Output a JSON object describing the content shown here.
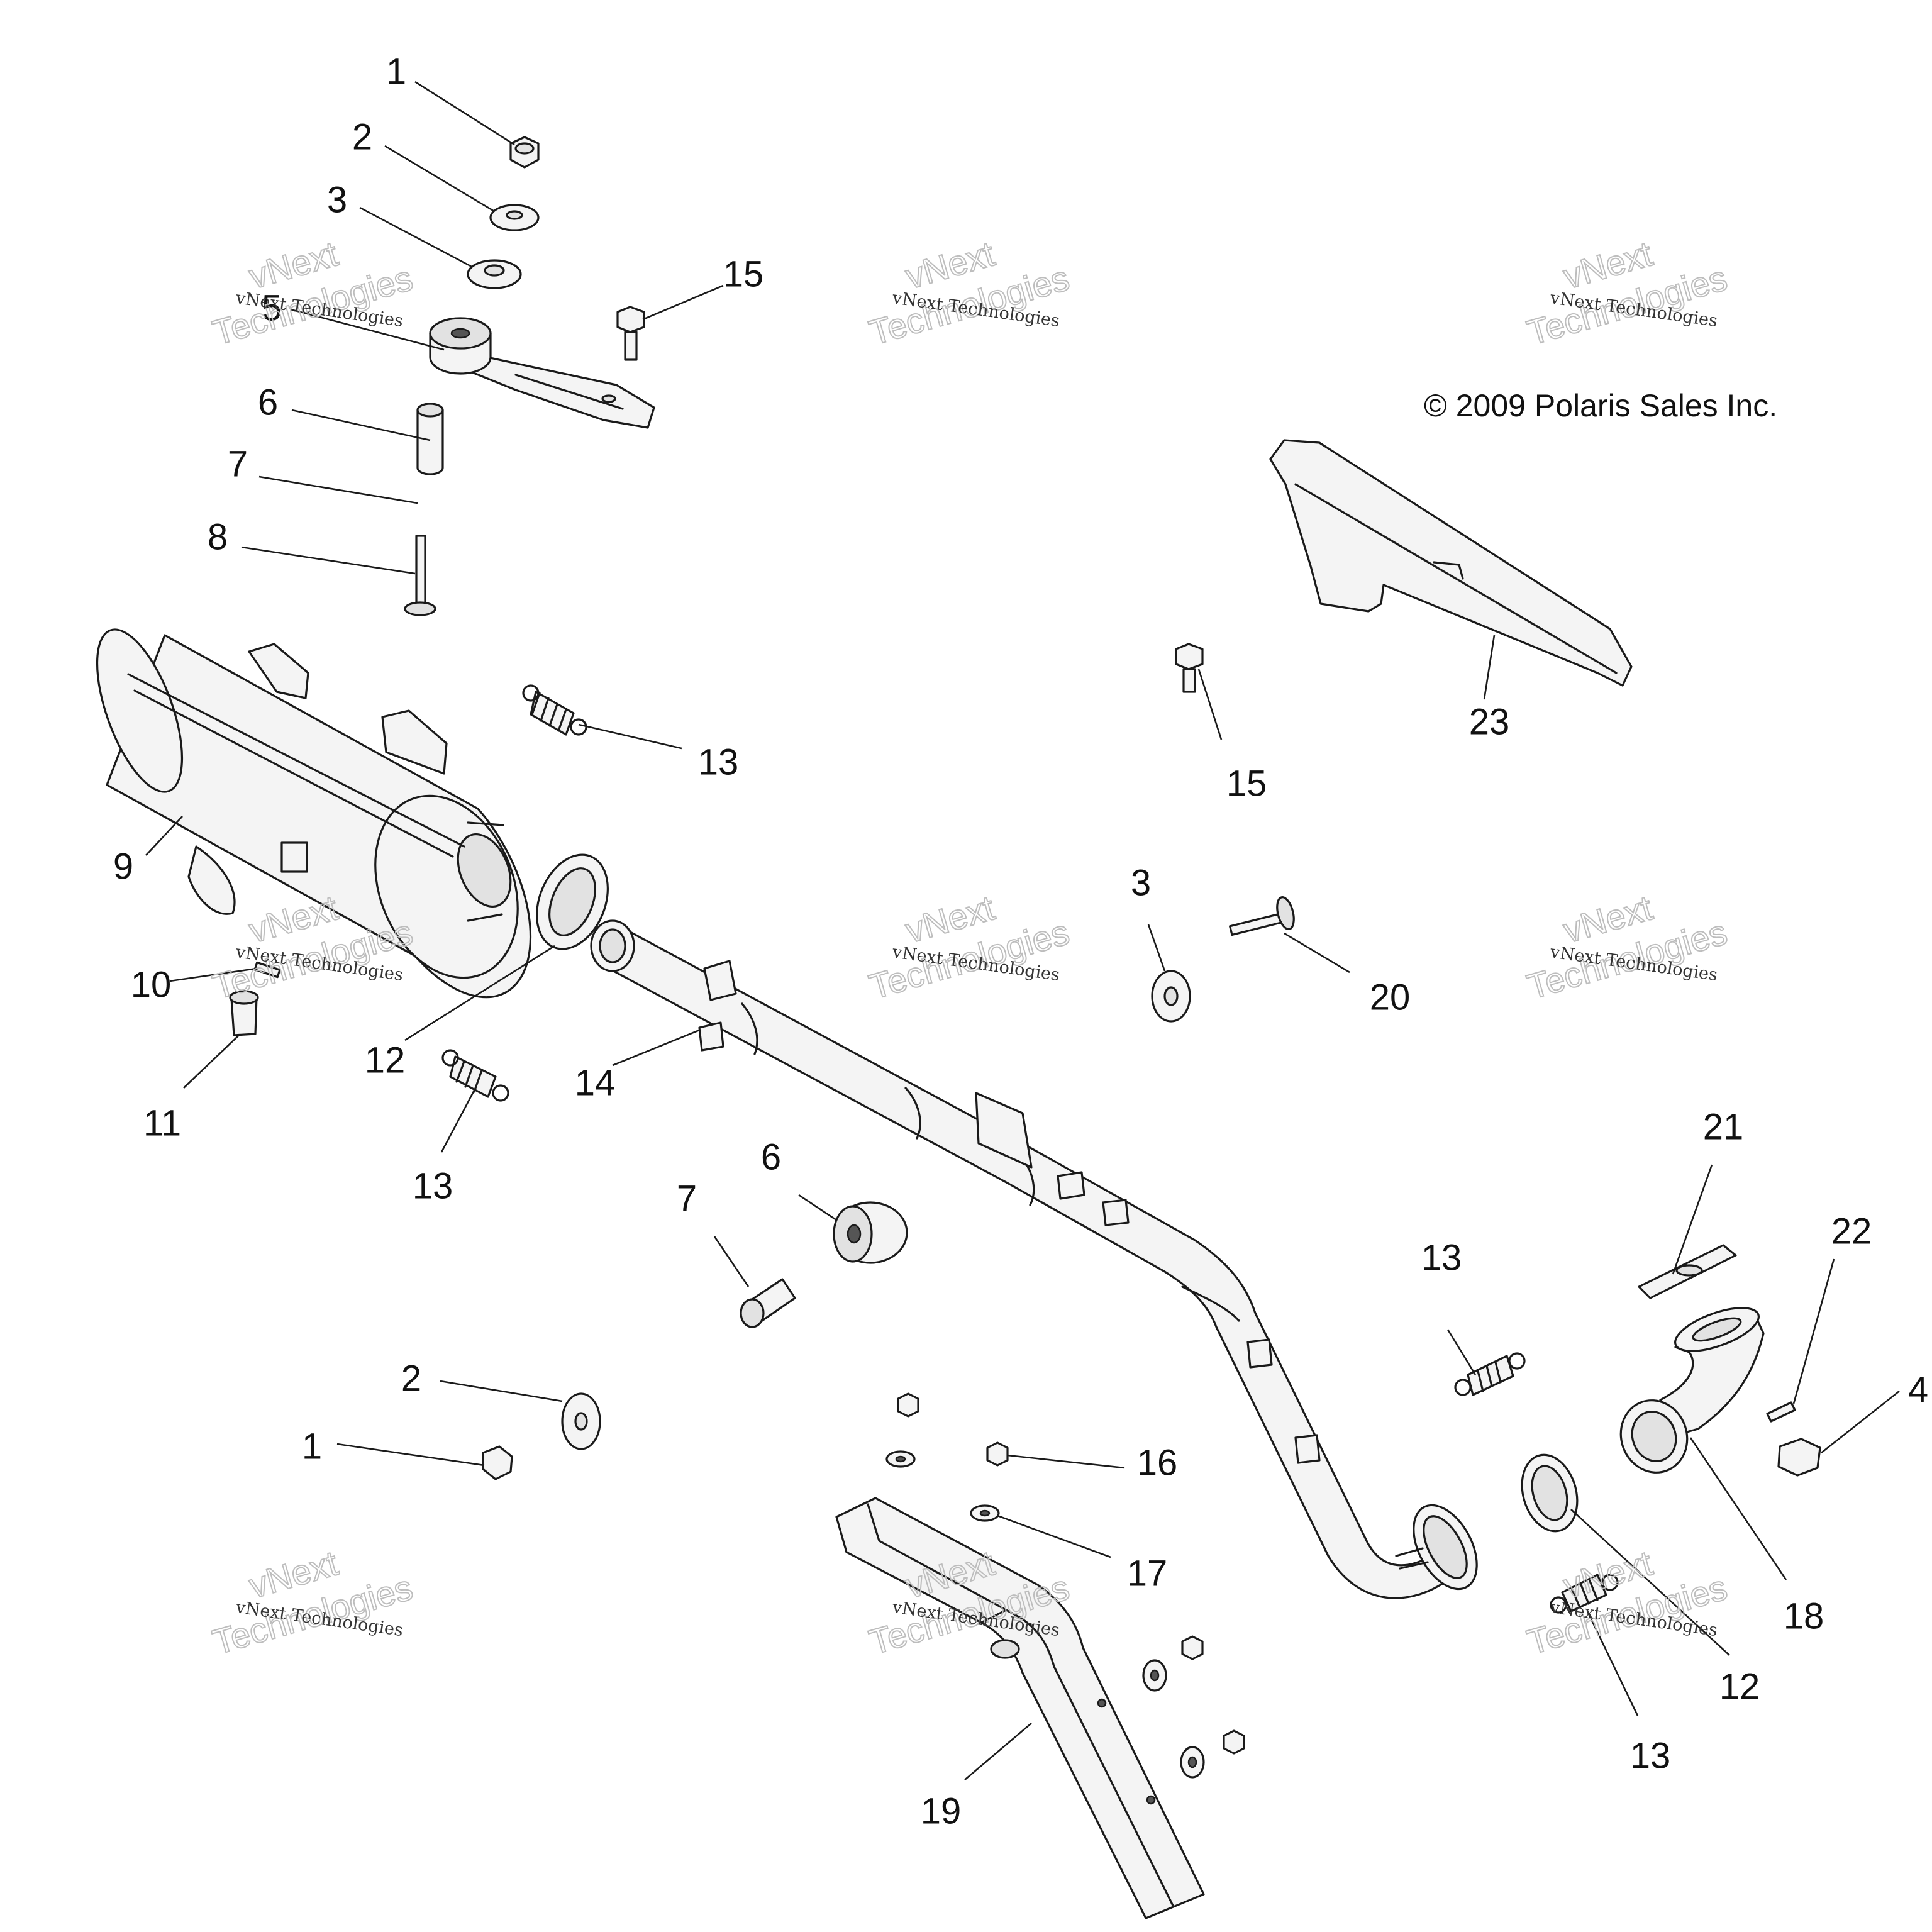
{
  "copyright": "© 2009 Polaris Sales Inc.",
  "watermark": {
    "line1": "vNext Technologies",
    "line2_a": "vNext",
    "line2_b": "Technologies"
  },
  "callouts": {
    "c1a": "1",
    "c2a": "2",
    "c3a": "3",
    "c5": "5",
    "c15a": "15",
    "c6a": "6",
    "c7a": "7",
    "c8": "8",
    "c13a": "13",
    "c9": "9",
    "c10": "10",
    "c11": "11",
    "c12a": "12",
    "c13b": "13",
    "c14": "14",
    "c23": "23",
    "c15b": "15",
    "c3b": "3",
    "c20": "20",
    "c6b": "6",
    "c7b": "7",
    "c2b": "2",
    "c1b": "1",
    "c21": "21",
    "c22": "22",
    "c13c": "13",
    "c4": "4",
    "c16": "16",
    "c17": "17",
    "c18": "18",
    "c12b": "12",
    "c13d": "13",
    "c19": "19"
  }
}
